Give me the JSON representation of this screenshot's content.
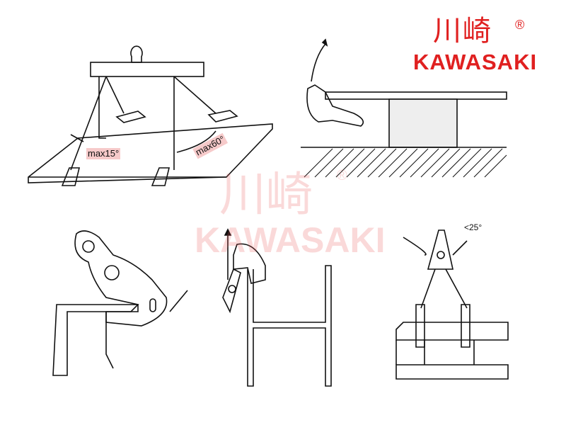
{
  "brand": {
    "name_cn": "川崎",
    "registered": "®",
    "name_en": "KAWASAKI",
    "color": "#e02020"
  },
  "watermark": {
    "name_cn": "川崎",
    "registered": "®",
    "name_en": "KAWASAKI"
  },
  "annotations": {
    "max_tilt": "max15°",
    "max_sling_angle": "max60°",
    "clamp_angle": "<25°"
  }
}
